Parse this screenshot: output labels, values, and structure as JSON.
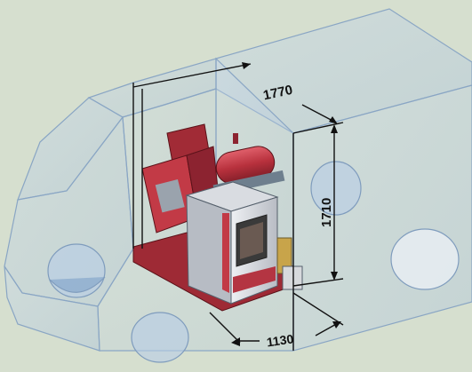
{
  "diagram": {
    "dimensions": {
      "length": "1770",
      "height": "1710",
      "width": "1130"
    },
    "colors": {
      "background": "#d6dfcf",
      "van_fill": "#b9cfe6",
      "van_outline": "#8aa6c4",
      "machine_red": "#b8313d",
      "machine_grey": "#c9cdd4",
      "dimension_line": "#111111"
    }
  }
}
